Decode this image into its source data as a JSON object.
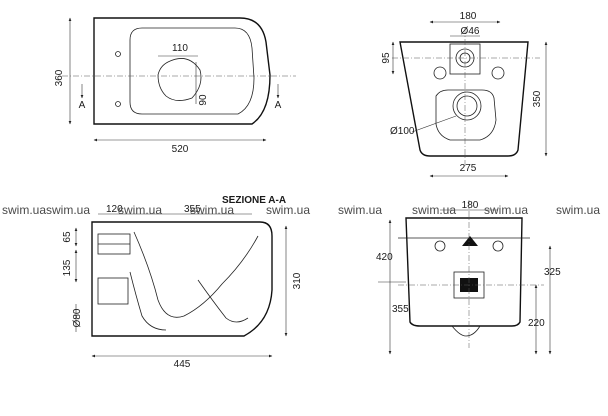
{
  "watermarks": [
    "swim.ua",
    "swim.ua",
    "swim.ua",
    "swim.ua",
    "swim.ua",
    "swim.ua",
    "swim.ua",
    "swim.ua",
    "swim.ua"
  ],
  "top_view": {
    "width": "520",
    "depth": "360",
    "inner_width": "110",
    "inner_offset": "90",
    "section_mark_left": "A",
    "section_mark_right": "A"
  },
  "rear_view": {
    "width_top": "180",
    "outlet": "Ø46",
    "height_upper": "95",
    "height_total": "350",
    "drain": "Ø100",
    "width_bottom": "275"
  },
  "section_view": {
    "title": "SEZIONE A-A",
    "top_left": "120",
    "top_right": "355",
    "inlet_height": "65",
    "mid_height": "135",
    "drain_diameter": "Ø80",
    "height": "310",
    "length": "445"
  },
  "front_view": {
    "width_top": "180",
    "height_total": "420",
    "height_inlet": "325",
    "height_lower": "355",
    "height_drain": "220"
  }
}
